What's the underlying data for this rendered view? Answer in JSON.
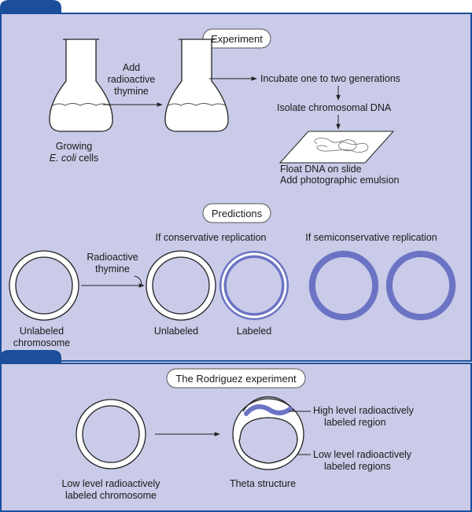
{
  "colors": {
    "panel_background": "#c9cbe8",
    "tab": "#1b4e9b",
    "outline": "#222222",
    "label_blue": "#6b74c4",
    "white": "#ffffff"
  },
  "experiment": {
    "title": "Experiment",
    "add_thymine": [
      "Add",
      "radioactive",
      "thymine"
    ],
    "growing_cells": [
      "Growing",
      "E. coli",
      " cells"
    ],
    "incubate": "Incubate one to two generations",
    "isolate": "Isolate chromosomal DNA",
    "float": "Float DNA on slide",
    "emulsion": "Add photographic emulsion"
  },
  "predictions": {
    "title": "Predictions",
    "conservative_header": "If conservative replication",
    "semiconservative_header": "If semiconservative replication",
    "radioactive_thymine": [
      "Radioactive",
      "thymine"
    ],
    "unlabeled_chromosome": [
      "Unlabeled",
      "chromosome"
    ],
    "unlabeled": "Unlabeled",
    "labeled": "Labeled"
  },
  "rodriguez": {
    "title": "The Rodriguez experiment",
    "chromosome_label": [
      "Low level radioactively",
      "labeled chromosome"
    ],
    "theta_label": "Theta structure",
    "high_level": [
      "High level radioactively",
      "labeled region"
    ],
    "low_level": [
      "Low level radioactively",
      "labeled regions"
    ]
  }
}
